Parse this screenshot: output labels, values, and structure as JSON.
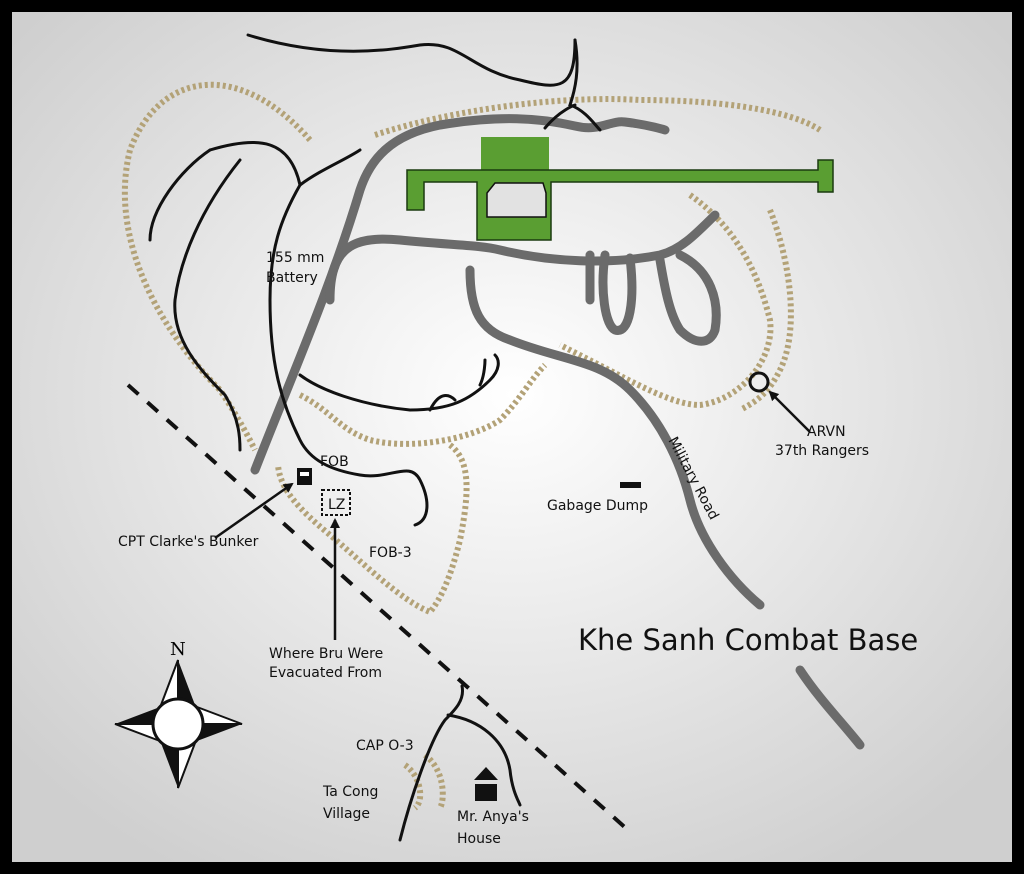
{
  "title": "Khe Sanh Combat Base",
  "labels": {
    "battery": [
      "155 mm",
      "Battery"
    ],
    "fob": "FOB",
    "fob3": "FOB-3",
    "lz": "LZ",
    "bunker": "CPT Clarke's Bunker",
    "evac": [
      "Where Bru Were",
      "Evacuated From"
    ],
    "arvn": [
      "ARVN",
      "37th Rangers"
    ],
    "dump": "Gabage Dump",
    "road": "Military Road",
    "cap": "CAP O-3",
    "village": [
      "Ta Cong",
      "Village"
    ],
    "house": [
      "Mr. Anya's",
      "House"
    ],
    "north": "N"
  },
  "colors": {
    "airstrip": "#5a9e32",
    "road": "#6b6b6b",
    "trench": "#b3a277"
  },
  "icons": [
    "compass-rose-icon",
    "bunker-icon",
    "house-icon",
    "camp-circle-icon"
  ]
}
